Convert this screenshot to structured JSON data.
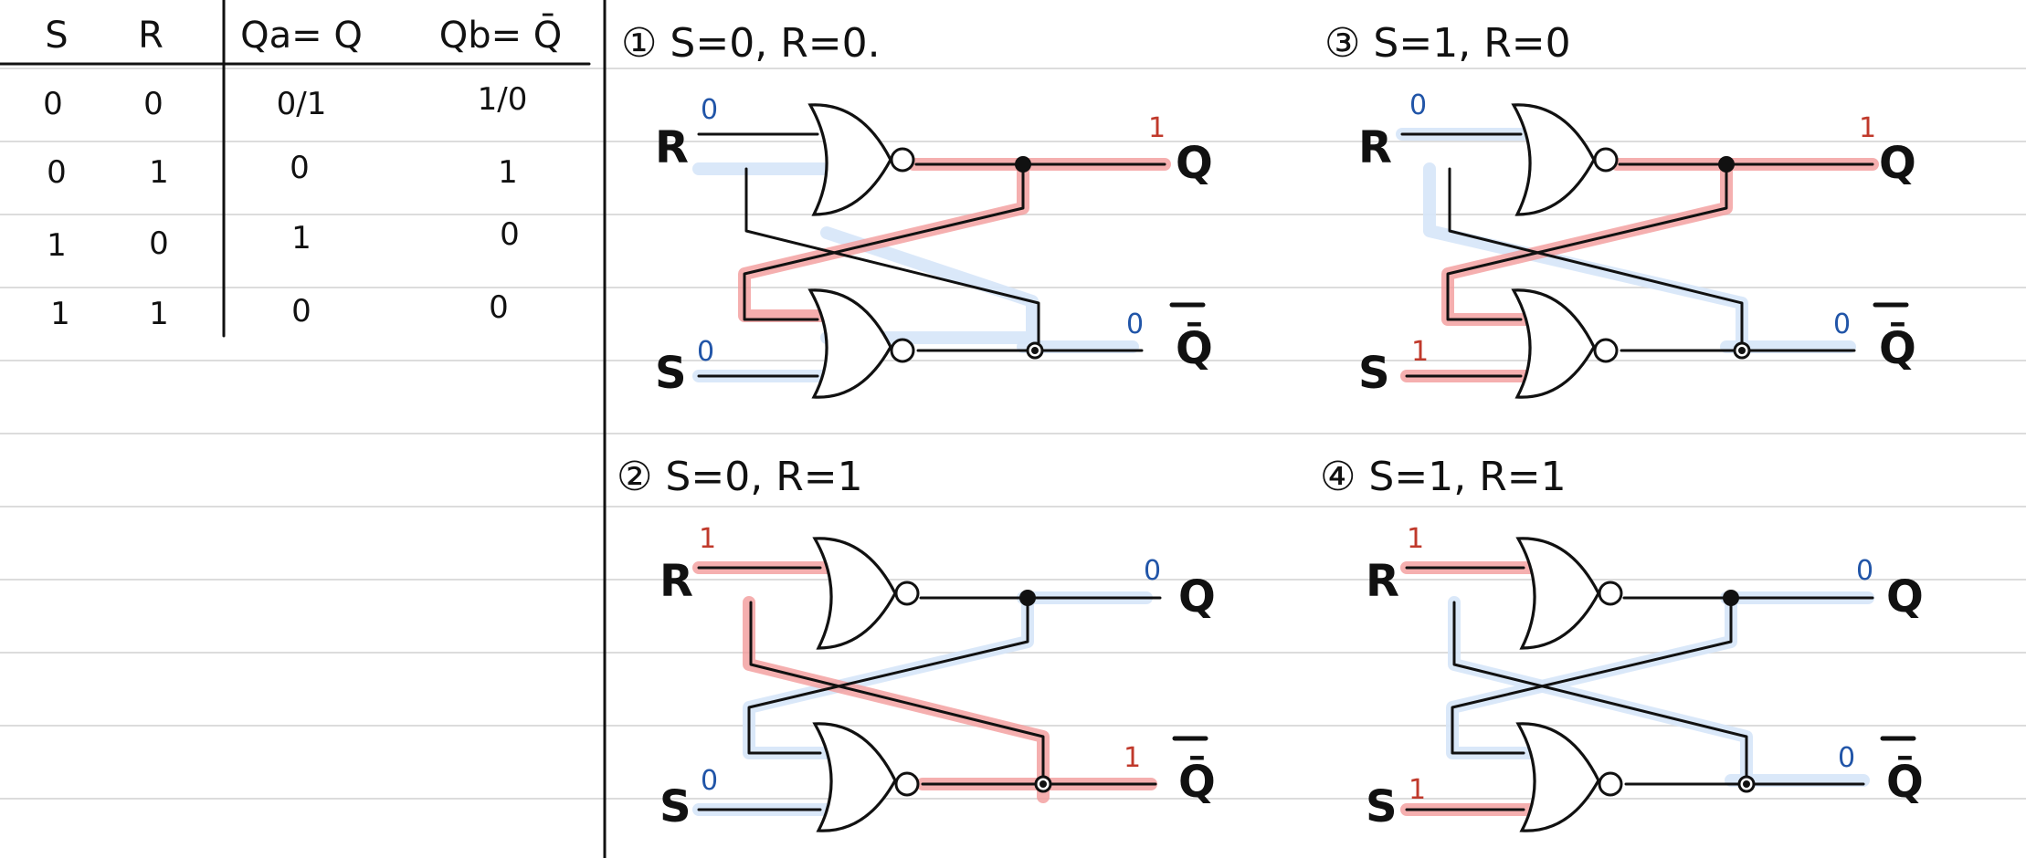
{
  "table": {
    "headers": [
      "S",
      "R",
      "Qa= Q",
      "Qb= Q̄"
    ],
    "rows": [
      [
        "0",
        "0",
        "0/1",
        "1/0"
      ],
      [
        "0",
        "1",
        "0",
        "1"
      ],
      [
        "1",
        "0",
        "1",
        "0"
      ],
      [
        "1",
        "1",
        "0",
        "0"
      ]
    ]
  },
  "circuits": [
    {
      "caption": "① S=0, R=0.",
      "labels": {
        "r": "R",
        "s": "S",
        "q": "Q",
        "qbar": "Q̄"
      },
      "values": {
        "r": "0",
        "s": "0",
        "q": "1",
        "qbar": "0"
      },
      "colors": {
        "r": "blue",
        "s": "blue",
        "q": "red",
        "qbar": "blue"
      }
    },
    {
      "caption": "③ S=1, R=0",
      "labels": {
        "r": "R",
        "s": "S",
        "q": "Q",
        "qbar": "Q̄"
      },
      "values": {
        "r": "0",
        "s": "1",
        "q": "1",
        "qbar": "0"
      },
      "colors": {
        "r": "blue",
        "s": "red",
        "q": "red",
        "qbar": "blue"
      }
    },
    {
      "caption": "② S=0, R=1",
      "labels": {
        "r": "R",
        "s": "S",
        "q": "Q",
        "qbar": "Q̄"
      },
      "values": {
        "r": "1",
        "s": "0",
        "q": "0",
        "qbar": "1"
      },
      "colors": {
        "r": "red",
        "s": "blue",
        "q": "blue",
        "qbar": "red"
      }
    },
    {
      "caption": "④ S=1, R=1",
      "labels": {
        "r": "R",
        "s": "S",
        "q": "Q",
        "qbar": "Q̄"
      },
      "values": {
        "r": "1",
        "s": "1",
        "q": "0",
        "qbar": "0"
      },
      "colors": {
        "r": "red",
        "s": "red",
        "q": "blue",
        "qbar": "blue"
      }
    }
  ],
  "palette": {
    "red_ink": "#c0392b",
    "blue_ink": "#2155a8",
    "red_highlight": "#f29b9b",
    "blue_highlight": "#d6e6f8"
  }
}
